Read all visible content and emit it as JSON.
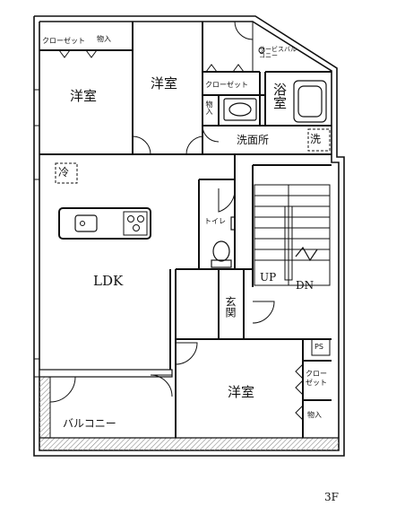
{
  "rooms": {
    "western_room_1": "洋室",
    "western_room_2": "洋室",
    "western_room_3": "洋室",
    "ldk": "LDK",
    "bath": "浴室",
    "washroom": "洗面所",
    "wash": "洗",
    "toilet": "トイレ",
    "entrance": "玄関",
    "balcony": "バルコニー"
  },
  "storage": {
    "closet_top": "クローゼット",
    "closet_mid": "クローゼット",
    "closet_right": "クローゼット",
    "storage_top": "物入",
    "storage_mid": "物入",
    "storage_bottom": "物入",
    "fridge": "冷",
    "service_balcony": "サービスバルコニー"
  },
  "stairs": {
    "up": "UP",
    "down": "DN"
  },
  "fixtures": {
    "pipe_space": "PS"
  },
  "floor_label": "3F",
  "colors": {
    "wall": "#111111",
    "hatch": "#8a8a8a",
    "background": "#ffffff"
  }
}
